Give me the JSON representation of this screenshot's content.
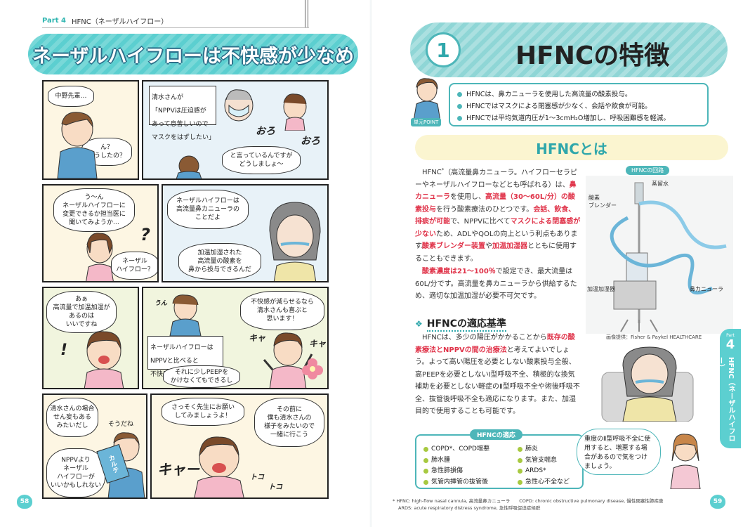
{
  "left": {
    "part_label": "Part 4",
    "part_title": "HFNC（ネーザルハイフロー）",
    "title": "ネーザルハイフローは不快感が少なめ",
    "page_number": "58",
    "manga": {
      "p1": "中野先輩…",
      "p2": "ん？\nどうしたの？",
      "p3": "清水さんが\n「NPPVは圧迫感が\nあって息苦しいので\nマスクをはずしたい」",
      "p4": "と言っているんですが\nどうしましょ〜",
      "p5_fx1": "おろ",
      "p5_fx2": "おろ",
      "p6": "う〜ん\nネーザルハイフローに\n変更できるか担当医に\n聞いてみようか…",
      "p7": "ネーザル\nハイフロー？",
      "p8": "ネーザルハイフローは\n高流量鼻カニューラの\nことだよ",
      "p9": "加温加湿された\n高流量の酸素を\n鼻から投与できるんだ",
      "p10": "あぁ\n高流量で加温加湿が\nあるのは\nいいですね",
      "p11": "ネーザルハイフローは\nNPPVと比べると\n不快感が少ないんだよ",
      "p12": "それに少しPEEPを\nかけなくてもできるし",
      "p13": "不快感が減らせるなら\n清水さんも喜ぶと\n思います！",
      "p13_fx1": "うん",
      "p13_fx2": "キャ",
      "p13_fx3": "キャ",
      "p14": "清水さんの場合\nせん妄もある\nみたいだし",
      "p15": "そうだね",
      "p16": "NPPVより\nネーザル\nハイフローが\nいいかもしれない",
      "p16_chart": "カルテ",
      "p17": "さっそく先生にお願い\nしてみましょうよ！",
      "p18": "その前に\n僕も清水さんの\n様子をみたいので\n一緒に行こう",
      "p18_fx1": "キャー",
      "p18_fx2": "トコ",
      "p18_fx3": "トコ"
    }
  },
  "right": {
    "section_number": "1",
    "title": "HFNCの特徴",
    "point_tag": "単元POINT",
    "points": [
      "HFNCは、鼻カニューラを使用した高流量の酸素投与。",
      "HFNCではマスクによる閉塞感が少なく、会話や飲食が可能。",
      "HFNCでは平均気道内圧が1〜3cmH₂O増加し、呼吸困難感を軽減。"
    ],
    "section_title": "HFNCとは",
    "para1": {
      "a": "HFNC",
      "sup": "*",
      "b": "（高流量鼻カニューラ。ハイフローセラピーやネーザルハイフローなどとも呼ばれる）は、",
      "hl1": "鼻カニューラ",
      "c": "を使用し、",
      "hl2": "高流量（30〜60L/分）の酸素投与",
      "d": "を行う酸素療法のひとつです。",
      "hl3": "会話、飲食、排痰が可能",
      "e": "で、NPPVに比べて",
      "hl4": "マスクによる閉塞感が少ない",
      "f": "ため、ADLやQOLの向上という利点もあります。"
    },
    "para2": {
      "hl1": "酸素ブレンダー装置",
      "a": "や",
      "hl2": "加温加湿器",
      "b": "とともに使用することもできます。"
    },
    "para3": {
      "hl1": "酸素濃度は21〜100％",
      "a": "で設定でき、最大流量は60L/分です。高流量を鼻カニューラから供給するため、適切な加温加湿が必要不可欠です。"
    },
    "figure": {
      "label": "HFNCの回路",
      "c1": "蒸留水",
      "c2": "酸素\nブレンダー",
      "c3": "加温加湿器",
      "c4": "鼻カニューラ",
      "credit": "画像提供：Fisher & Paykel HEALTHCARE"
    },
    "subhead": "HFNCの適応基準",
    "para4": {
      "a": "HFNCは、多少の陽圧がかかることから",
      "hl1": "既存の酸素療法とNPPVの間の治療法",
      "b": "と考えてよいでしょう。よって高い陽圧を必要としない酸素投与全般、高PEEPを必要としないⅠ型呼吸不全、積極的な換気補助を必要としない軽症のⅡ型呼吸不全や術後呼吸不全、抜管後呼吸不全も適応になります。また、加湿目的で使用することも可能です。"
    },
    "indications_title": "HFNCの適応",
    "indications_left": [
      "COPD*、COPD増悪",
      "肺水腫",
      "急性肺損傷",
      "気管内挿管の抜管後"
    ],
    "indications_right": [
      "肺炎",
      "気管支喘息",
      "ARDS*",
      "急性心不全など"
    ],
    "nurse_speech": "重度のⅡ型呼吸不全に使用すると、増悪する場合があるので気をつけましょう。",
    "footnote1": "* HFNC: high-flow nasal cannula, 高流量鼻カニューラ　　COPD: chronic obstructive pulmonary disease, 慢性閉塞性肺疾患",
    "footnote2": "ARDS: acute respiratory distress syndrome, 急性呼吸促迫症候群",
    "page_number": "59",
    "side_tab_part": "Part",
    "side_tab_num": "4",
    "side_tab_text": "HFNC（ネーザルハイフロー）"
  },
  "colors": {
    "teal": "#4db6b9",
    "banner_teal": "#5ccfd0",
    "highlight_red": "#e0344a",
    "section_yellow": "#fbf5d0",
    "indication_green": "#a7c940"
  }
}
